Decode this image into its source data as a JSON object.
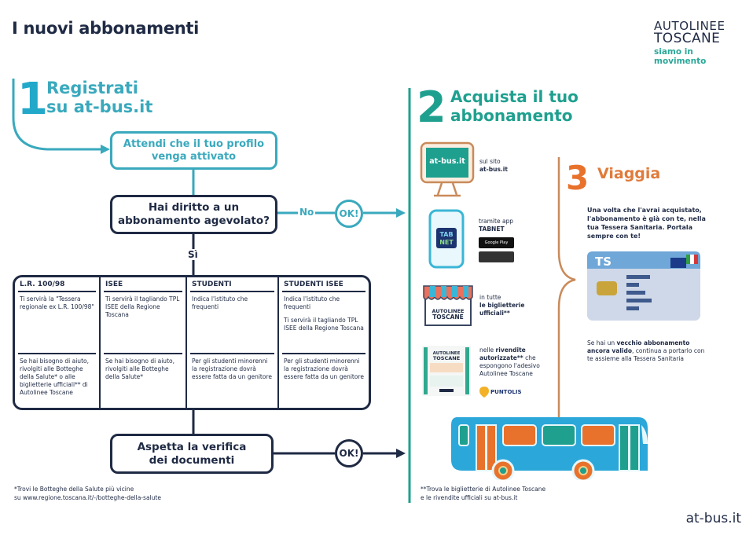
{
  "header": {
    "title": "I nuovi abbonamenti",
    "logo_line1": "AUTOLINEE",
    "logo_line2": "TOSCANE",
    "logo_tagline": "siamo in movimento"
  },
  "step1": {
    "number": "1",
    "title_line1": "Registrati",
    "title_line2": "su at-bus.it",
    "wait_box_line1": "Attendi che il tuo profilo",
    "wait_box_line2": "venga attivato",
    "question_line1": "Hai diritto a un",
    "question_line2": "abbonamento agevolato?",
    "no_label": "No",
    "yes_label": "Sì",
    "ok_label": "OK!",
    "verify_line1": "Aspetta la verifica",
    "verify_line2": "dei documenti",
    "ok2_label": "OK!",
    "columns": [
      {
        "header": "L.R. 100/98",
        "requirement": [
          "Ti servirà la \"Tessera regionale ex L.R. 100/98\""
        ],
        "help": "Se hai bisogno di aiuto, rivolgiti alle Botteghe della Salute* o alle biglietterie ufficiali** di Autolinee Toscane"
      },
      {
        "header": "ISEE",
        "requirement": [
          "Ti servirà il tagliando TPL ISEE della Regione Toscana"
        ],
        "help": "Se hai bisogno di aiuto, rivolgiti alle Botteghe della Salute*"
      },
      {
        "header": "STUDENTI",
        "requirement": [
          "Indica l'istituto che frequenti"
        ],
        "help": "Per gli studenti minorenni la registrazione dovrà essere fatta da un genitore"
      },
      {
        "header": "STUDENTI ISEE",
        "requirement": [
          "Indica l'istituto che frequenti",
          "Ti servirà il tagliando TPL ISEE della Regione Toscana"
        ],
        "help": "Per gli studenti minorenni la registrazione dovrà essere fatta da un genitore"
      }
    ],
    "footnote_line1": "*Trovi le Botteghe della Salute più vicine",
    "footnote_line2": "su www.regione.toscana.it/-/botteghe-della-salute"
  },
  "step2": {
    "number": "2",
    "title_line1": "Acquista il tuo",
    "title_line2": "abbonamento",
    "channels": [
      {
        "icon": "monitor-icon",
        "screen_text": "at-bus.it",
        "text_plain": "sul sito",
        "text_bold": "at-bus.it"
      },
      {
        "icon": "smartphone-icon",
        "screen_text": "TAB NET",
        "text_plain": "tramite app",
        "text_bold": "TABNET",
        "badge": "Google Play"
      },
      {
        "icon": "shop-icon",
        "sign_line1": "AUTOLINEE",
        "sign_line2": "TOSCANE",
        "text_plain": "in tutte",
        "text_bold": "le biglietterie ufficiali**"
      },
      {
        "icon": "sticker-icon",
        "sticker_line1": "AUTOLINEE",
        "sticker_line2": "TOSCANE",
        "text_plain1": "nelle",
        "text_bold1": "rivendite autorizzate**",
        "text_plain2": "che espongono l'adesivo Autolinee Toscane",
        "partner_logo": "PUNTOLIS"
      }
    ],
    "footnote_line1": "**Trova le biglietterie di Autolinee Toscane",
    "footnote_line2": "e le rivendite ufficiali su at-bus.it"
  },
  "step3": {
    "number": "3",
    "title": "Viaggia",
    "text1": "Una volta che l'avrai acquistato, l'abbonamento è già con te, nella tua Tessera Sanitaria. Portala sempre con te!",
    "text2_plain1": "Se hai un",
    "text2_bold": "vecchio abbonamento ancora valido",
    "text2_plain2": ", continua a portarlo con te assieme alla Tessera Sanitaria",
    "card_logo": "TS"
  },
  "footer": {
    "url": "at-bus.it"
  },
  "colors": {
    "navy": "#1f2a44",
    "cyan": "#3aa9bd",
    "teal": "#1fa08f",
    "orange": "#e8722b",
    "bus_blue": "#2ba7d9"
  }
}
